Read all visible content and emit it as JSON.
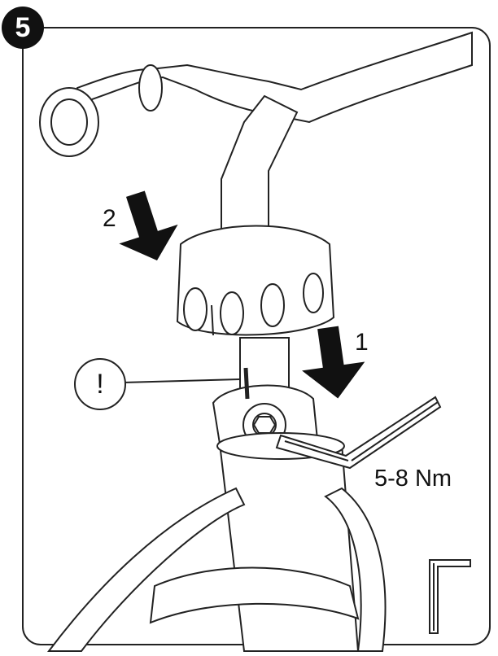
{
  "step": {
    "number": "5"
  },
  "labels": {
    "arrow_1": "1",
    "arrow_2": "2",
    "warning": "!",
    "torque": "5-8 Nm"
  },
  "icons": {
    "step_badge": "step-number-badge",
    "arrows": "down-arrow-icon",
    "tool": "allen-key-icon"
  },
  "colors": {
    "line": "#222222",
    "arrow_fill": "#111111",
    "background": "#ffffff"
  }
}
